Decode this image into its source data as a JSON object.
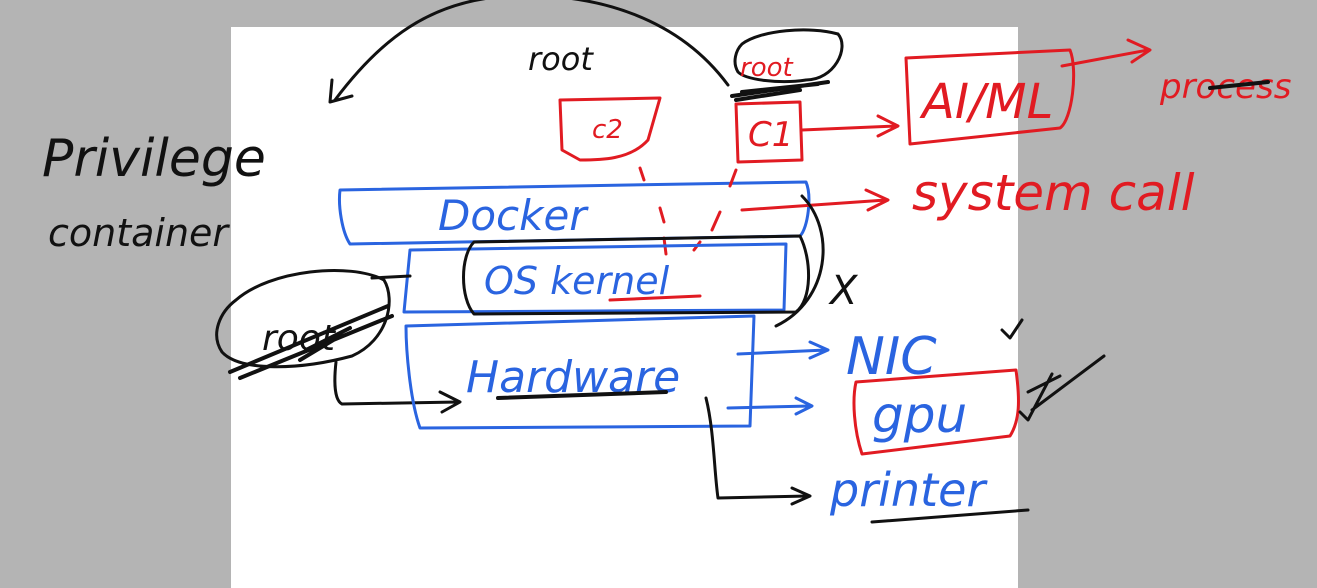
{
  "canvas": {
    "background": "#b4b4b4",
    "board": "#ffffff"
  },
  "colors": {
    "black_ink": "#111111",
    "red_ink": "#e11b22",
    "blue_ink": "#2a64e0"
  },
  "labels": {
    "root_top": "root",
    "root_red": "root",
    "root_left": "root",
    "privilege": "Privilege",
    "container": "container",
    "c1": "C1",
    "c2": "c2",
    "ai_ml": "AI/ML",
    "process": "process",
    "docker": "Docker",
    "system_call": "system call",
    "os_kernel": "OS kernel",
    "x_mark": "X",
    "hardware": "Hardware",
    "nic": "NIC",
    "gpu": "gpu",
    "printer": "printer"
  }
}
